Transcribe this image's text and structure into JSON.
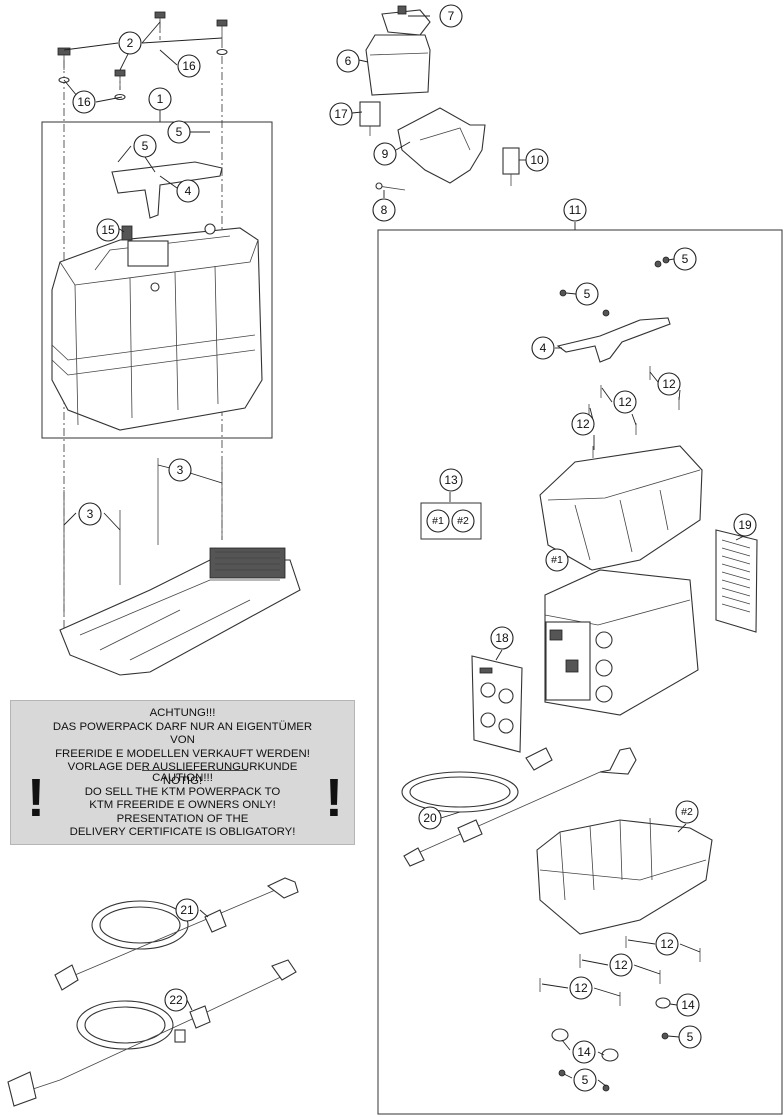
{
  "warning": {
    "de_lines": [
      "ACHTUNG!!!",
      "DAS POWERPACK DARF NUR AN EIGENTÜMER VON",
      "FREERIDE E MODELLEN VERKAUFT WERDEN!",
      "VORLAGE DER AUSLIEFERUNGURKUNDE NÖTIG!"
    ],
    "en_lines": [
      "CAUTION!!!",
      "DO SELL THE KTM POWERPACK TO",
      "KTM FREERIDE E OWNERS ONLY!",
      "PRESENTATION OF THE",
      "DELIVERY CERTIFICATE IS OBLIGATORY!"
    ],
    "exclamation": "!"
  },
  "callouts": [
    {
      "id": "c-2",
      "label": "2"
    },
    {
      "id": "c-16a",
      "label": "16"
    },
    {
      "id": "c-16b",
      "label": "16"
    },
    {
      "id": "c-1",
      "label": "1"
    },
    {
      "id": "c-5a",
      "label": "5"
    },
    {
      "id": "c-5b",
      "label": "5"
    },
    {
      "id": "c-4a",
      "label": "4"
    },
    {
      "id": "c-15",
      "label": "15"
    },
    {
      "id": "c-3a",
      "label": "3"
    },
    {
      "id": "c-3b",
      "label": "3"
    },
    {
      "id": "c-7",
      "label": "7"
    },
    {
      "id": "c-6",
      "label": "6"
    },
    {
      "id": "c-17",
      "label": "17"
    },
    {
      "id": "c-9",
      "label": "9"
    },
    {
      "id": "c-10",
      "label": "10"
    },
    {
      "id": "c-8",
      "label": "8"
    },
    {
      "id": "c-11",
      "label": "11"
    },
    {
      "id": "c-5c",
      "label": "5"
    },
    {
      "id": "c-5d",
      "label": "5"
    },
    {
      "id": "c-4b",
      "label": "4"
    },
    {
      "id": "c-12a",
      "label": "12"
    },
    {
      "id": "c-12b",
      "label": "12"
    },
    {
      "id": "c-12c",
      "label": "12"
    },
    {
      "id": "c-13",
      "label": "13"
    },
    {
      "id": "c-h1a",
      "label": "#1"
    },
    {
      "id": "c-h2a",
      "label": "#2"
    },
    {
      "id": "c-h1b",
      "label": "#1"
    },
    {
      "id": "c-19",
      "label": "19"
    },
    {
      "id": "c-18",
      "label": "18"
    },
    {
      "id": "c-20",
      "label": "20"
    },
    {
      "id": "c-h2b",
      "label": "#2"
    },
    {
      "id": "c-21",
      "label": "21"
    },
    {
      "id": "c-22",
      "label": "22"
    },
    {
      "id": "c-12d",
      "label": "12"
    },
    {
      "id": "c-12e",
      "label": "12"
    },
    {
      "id": "c-12f",
      "label": "12"
    },
    {
      "id": "c-14a",
      "label": "14"
    },
    {
      "id": "c-5e",
      "label": "5"
    },
    {
      "id": "c-14b",
      "label": "14"
    },
    {
      "id": "c-5f",
      "label": "5"
    }
  ]
}
